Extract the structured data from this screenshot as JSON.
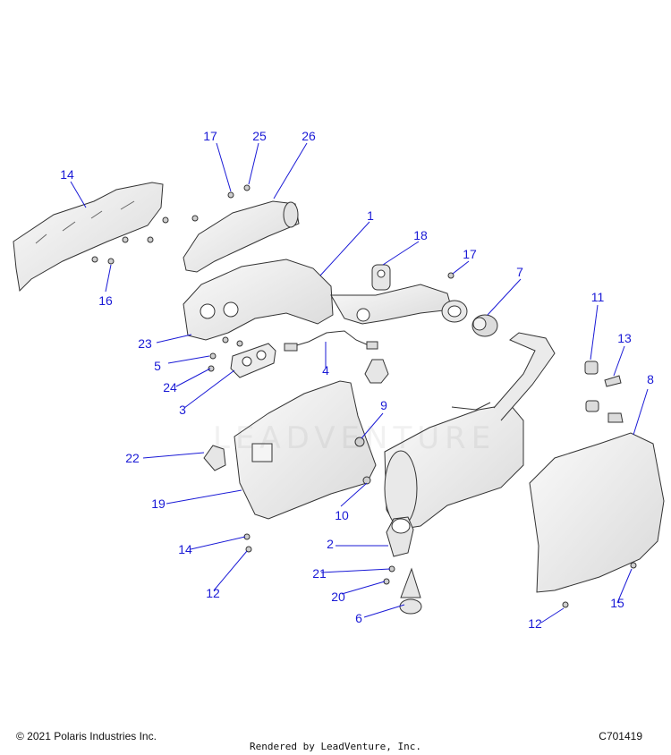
{
  "watermark": "LEADVENTURE",
  "callouts": [
    "1",
    "2",
    "3",
    "4",
    "5",
    "6",
    "7",
    "8",
    "9",
    "10",
    "11",
    "12",
    "12",
    "13",
    "14",
    "14",
    "15",
    "16",
    "17",
    "17",
    "18",
    "19",
    "20",
    "21",
    "22",
    "23",
    "24",
    "25",
    "26"
  ],
  "footer": {
    "copyright": "© 2021 Polaris Industries Inc.",
    "rendered_by": "Rendered by LeadVenture, Inc.",
    "diagram_code": "C701419"
  },
  "colors": {
    "callout": "#1a1ad6",
    "leader": "#1a1ad6",
    "part_fill": "#efefef",
    "part_stroke": "#333333"
  }
}
